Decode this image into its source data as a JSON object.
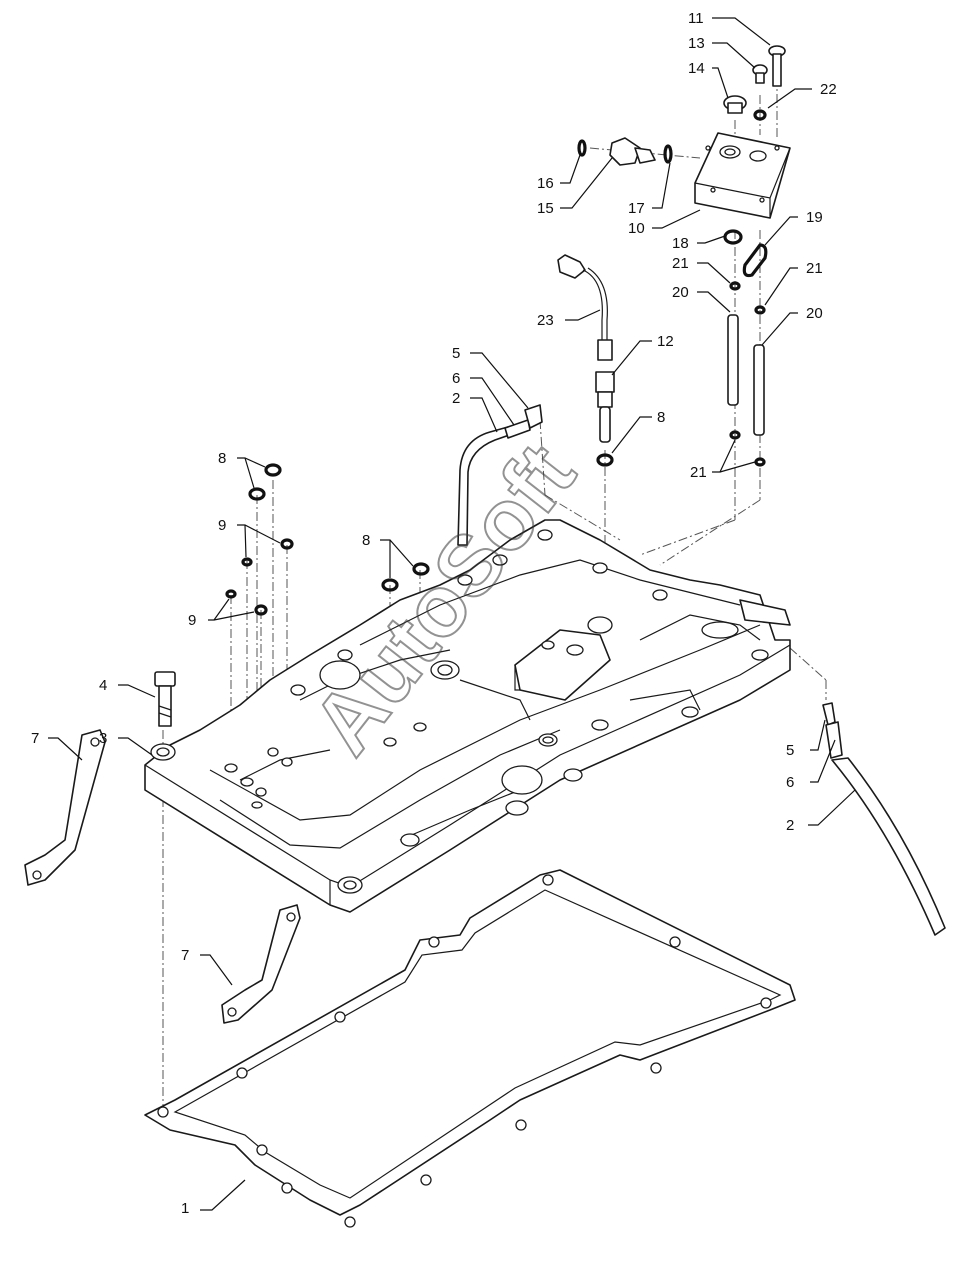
{
  "watermark": {
    "text": "AutoSoft"
  },
  "callouts": {
    "c11": "11",
    "c13": "13",
    "c14": "14",
    "c22": "22",
    "c16": "16",
    "c15": "15",
    "c17": "17",
    "c10": "10",
    "c18": "18",
    "c19": "19",
    "c21a": "21",
    "c21b": "21",
    "c21c": "21",
    "c20a": "20",
    "c20b": "20",
    "c23": "23",
    "c12": "12",
    "c8a": "8",
    "c8b": "8",
    "c8c": "8",
    "c5a": "5",
    "c6a": "6",
    "c2a": "2",
    "c9a": "9",
    "c9b": "9",
    "c4": "4",
    "c3": "3",
    "c7a": "7",
    "c7b": "7",
    "c5b": "5",
    "c6b": "6",
    "c2b": "2",
    "c1": "1"
  }
}
